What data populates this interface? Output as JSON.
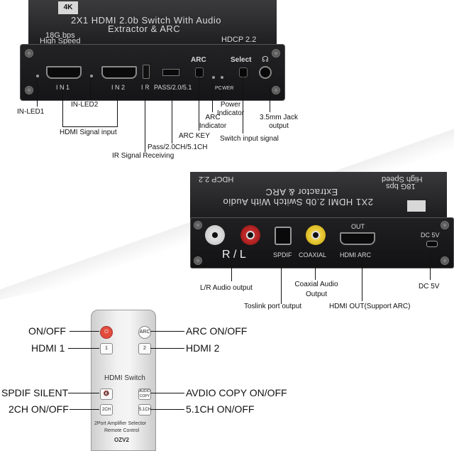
{
  "device1": {
    "badge": "4K",
    "title_line1": "2X1 HDMI 2.0b Switch With Audio",
    "title_line2": "Extractor & ARC",
    "speed_line1": "18G bps",
    "speed_line2": "High Speed",
    "hdcp": "HDCP 2.2",
    "port_in1": "I N 1",
    "port_in2": "I N 2",
    "port_ir": "I R",
    "switch_label": "PASS/2.0/5.1",
    "arc_label": "ARC",
    "select_label": "Select",
    "power_label": "POWER"
  },
  "device1_callouts": {
    "in_led1": "IN-LED1",
    "in_led2": "IN-LED2",
    "hdmi_signal_input": "HDMI Signal input",
    "ir_signal_receiving": "IR Signal Receiving",
    "pass_mode": "Pass/2.0CH/5.1CH",
    "arc_key": "ARC KEY",
    "arc_indicator_1": "ARC",
    "arc_indicator_2": "Indicator",
    "power_indicator_1": "Power",
    "power_indicator_2": "Indicator",
    "switch_input_signal": "Switch input signal",
    "jack_1": "3.5mm Jack",
    "jack_2": "output"
  },
  "device2": {
    "title_line1": "2X1 HDMI 2.0b Switch With Audio",
    "title_line2": "Extractor & ARC",
    "speed_line1": "18G bps",
    "speed_line2": "High Speed",
    "hdcp": "HDCP 2.2",
    "rl_label": "R / L",
    "spdif_label": "SPDIF",
    "coaxial_label": "COAXIAL",
    "out_label": "OUT",
    "hdmi_arc_label": "HDMI ARC",
    "dc_label": "DC 5V"
  },
  "device2_callouts": {
    "lr_audio": "L/R Audio output",
    "toslink": "Toslink port output",
    "coaxial_1": "Coaxial Audio",
    "coaxial_2": "Output",
    "hdmi_out": "HDMI OUT(Support ARC)",
    "dc": "DC 5V"
  },
  "remote": {
    "btn_arc": "ARC",
    "btn_1": "1",
    "btn_2": "2",
    "hdmi_switch": "HDMI  Switch",
    "btn_audio_copy": "AUDIO COPY",
    "btn_2ch": "2CH",
    "btn_51ch": "5.1CH",
    "footer_1": "2Port Amplifier Selector",
    "footer_2": "Remote Control",
    "model": "OZV2"
  },
  "remote_callouts": {
    "on_off": "ON/OFF",
    "arc_on_off": "ARC ON/OFF",
    "hdmi1": "HDMI 1",
    "hdmi2": "HDMI 2",
    "spdif_silent": "SPDIF SILENT",
    "audio_copy": "AVDIO COPY ON/OFF",
    "ch2": "2CH ON/OFF",
    "ch51": "5.1CH ON/OFF"
  }
}
